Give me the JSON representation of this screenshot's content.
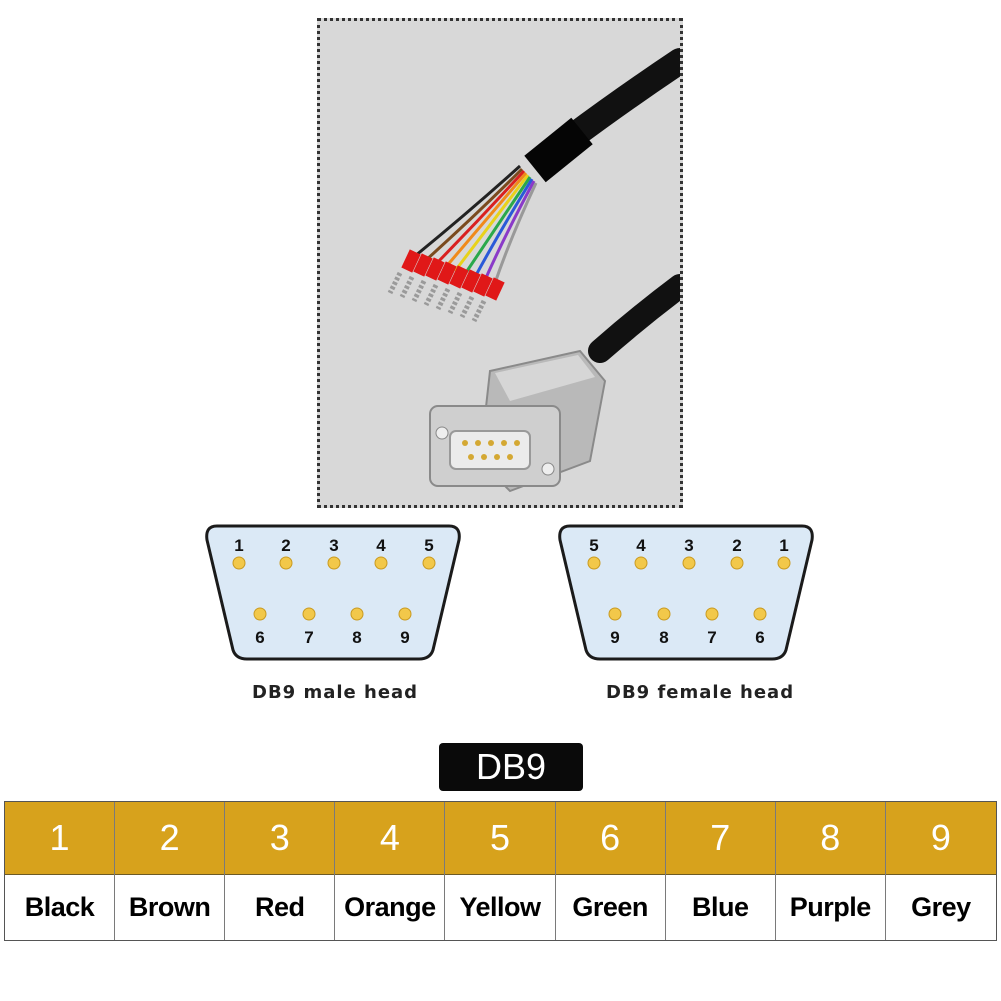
{
  "male": {
    "caption": "DB9 male head",
    "top_pins": [
      "1",
      "2",
      "3",
      "4",
      "5"
    ],
    "bottom_pins": [
      "6",
      "7",
      "8",
      "9"
    ]
  },
  "female": {
    "caption": "DB9 female head",
    "top_pins": [
      "5",
      "4",
      "3",
      "2",
      "1"
    ],
    "bottom_pins": [
      "9",
      "8",
      "7",
      "6"
    ]
  },
  "connector_label": "DB9",
  "pin_table": [
    {
      "pin": "1",
      "color": "Black"
    },
    {
      "pin": "2",
      "color": "Brown"
    },
    {
      "pin": "3",
      "color": "Red"
    },
    {
      "pin": "4",
      "color": "Orange"
    },
    {
      "pin": "5",
      "color": "Yellow"
    },
    {
      "pin": "6",
      "color": "Green"
    },
    {
      "pin": "7",
      "color": "Blue"
    },
    {
      "pin": "8",
      "color": "Purple"
    },
    {
      "pin": "9",
      "color": "Grey"
    }
  ],
  "colors": {
    "header": "#d7a21c",
    "connector_fill": "#dbe9f6",
    "pin": "#f2c84a"
  }
}
